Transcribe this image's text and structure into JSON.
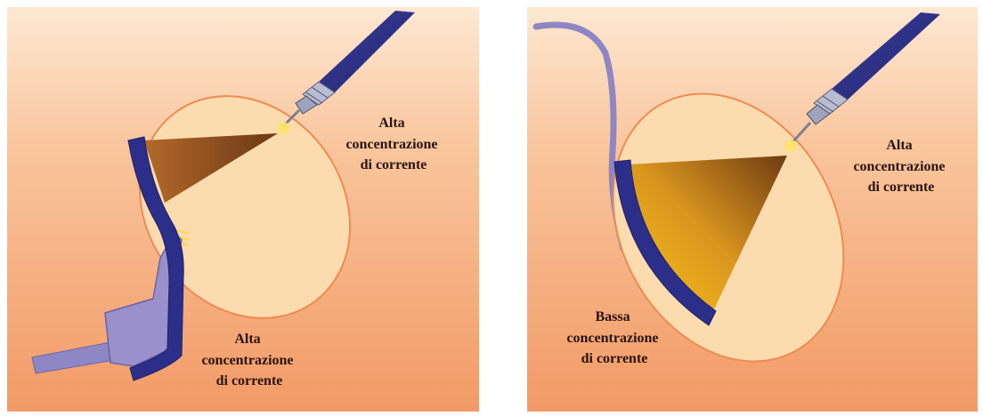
{
  "left_panel": {
    "label_probe": [
      "Alta",
      "concentrazione",
      "di corrente"
    ],
    "label_plate": [
      "Alta",
      "concentrazione",
      "di corrente"
    ]
  },
  "right_panel": {
    "label_probe": [
      "Alta",
      "concentrazione",
      "di corrente"
    ],
    "label_plate": [
      "Bassa",
      "concentrazione",
      "di corrente"
    ]
  },
  "colors": {
    "background_top": "#fbe3c8",
    "background_bottom": "#f3a06c",
    "tissue_fill": "#fcdcae",
    "tissue_outline": "#f08a50",
    "electrode_dark": "#2c2f8a",
    "electrode_light": "#8f86c4",
    "current_cone_dark": "#6e3a12",
    "current_cone_bright": "#f6b81e",
    "spark": "#ffe36a"
  }
}
